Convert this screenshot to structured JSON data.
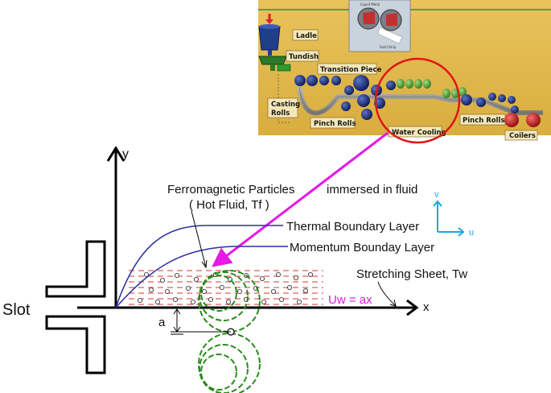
{
  "plant": {
    "ladle": "Ladle",
    "tundish": "Tundish",
    "transition_piece": "Transition Piece",
    "casting_rolls_line1": "Casting",
    "casting_rolls_line2": "Rolls",
    "pinch_rolls_1": "Pinch Rolls",
    "water_cooling": "Water Cooling",
    "pinch_rolls_2": "Pinch Rolls",
    "coilers": "Coilers"
  },
  "inset": {
    "top_label": "Liquid Metal",
    "bottom_label": "Solid Strip"
  },
  "diagram": {
    "y_axis": "y",
    "x_axis": "x",
    "particles_line1": "Ferromagnetic Particles",
    "particles_line2": "( Hot Fluid, Tf )",
    "immersed": "immersed in fluid",
    "thermal_layer": "Thermal Boundary Layer",
    "momentum_layer": "Momentum Bounday Layer",
    "stretching_sheet": "Stretching Sheet, Tw",
    "velocity": "Uw = ax",
    "slot": "Slot",
    "distance": "a",
    "v_axis": "v",
    "u_axis": "u"
  },
  "colors": {
    "magenta": "#e619e6",
    "dashed_red": "#e03535",
    "coil_green": "#2b8a1e",
    "boundary_blue": "#2d2d9e",
    "cyan": "#1aa7e6"
  }
}
